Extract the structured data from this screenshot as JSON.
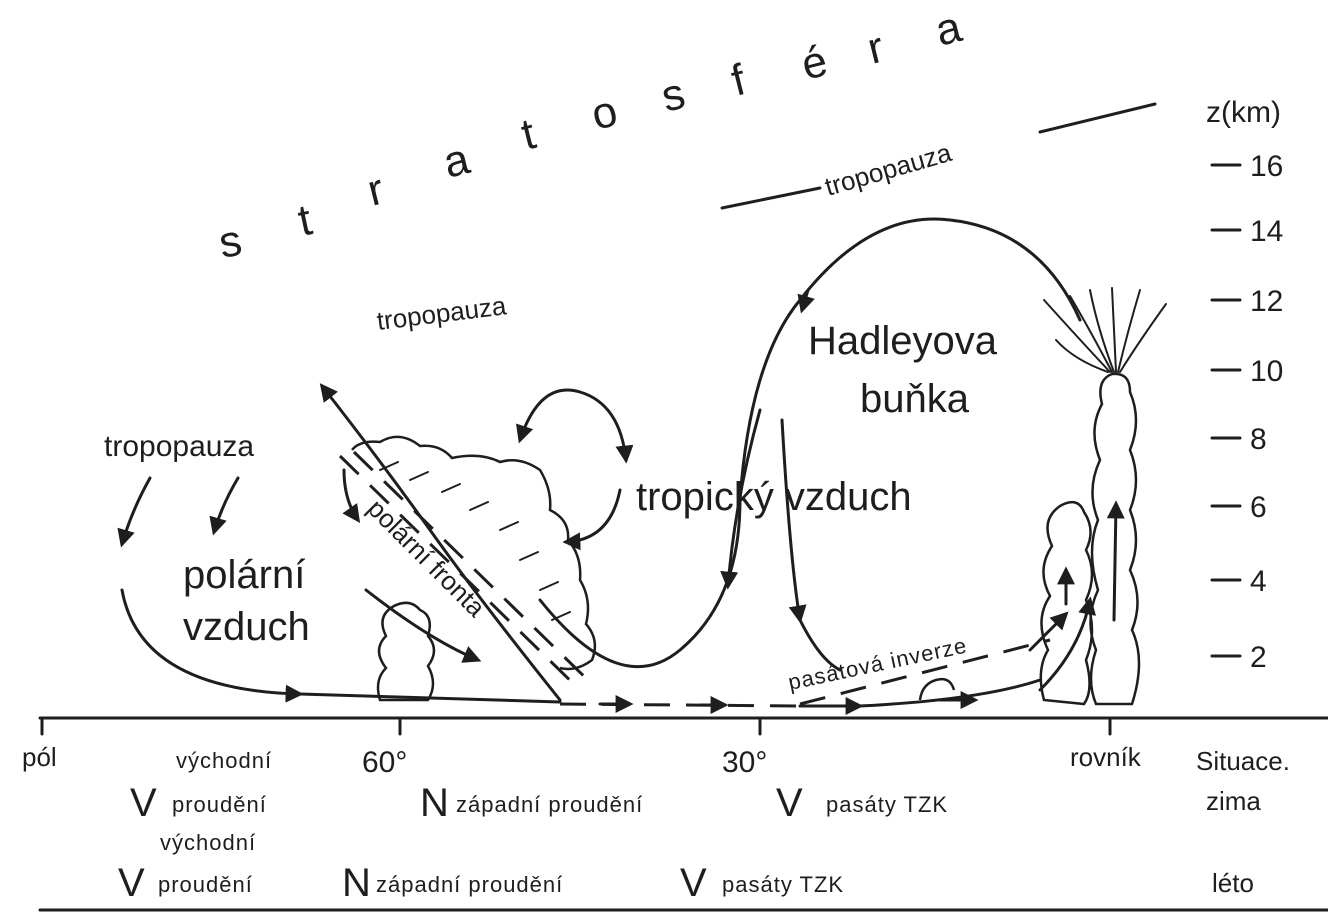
{
  "stratosphere_letters": [
    "s",
    "t",
    "r",
    "a",
    "t",
    "o",
    "s",
    "f",
    "é",
    "r",
    "a"
  ],
  "axis_title": "z(km)",
  "z_ticks": [
    "16",
    "14",
    "12",
    "10",
    "8",
    "6",
    "4",
    "2"
  ],
  "labels": {
    "tropopause_top": "tropopauza",
    "tropopause_mid": "tropopauza",
    "tropopause_left": "tropopauza",
    "hadley_line1": "Hadleyova",
    "hadley_line2": "buňka",
    "tropical_air": "tropický vzduch",
    "polar_air_line1": "polární",
    "polar_air_line2": "vzduch",
    "polar_front": "polární fronta",
    "trade_inversion": "pasátová inverze"
  },
  "latitudes": {
    "pole": "pól",
    "lat60": "60°",
    "lat30": "30°",
    "equator": "rovník"
  },
  "situation": {
    "title": "Situace.",
    "winter": "zima",
    "summer": "léto"
  },
  "winter_row": {
    "east_top": "východní",
    "east_letter": "V",
    "east_flow": "proudění",
    "west_letter": "N",
    "west_flow": "západní proudění",
    "trade_letter": "V",
    "trade_flow": "pasáty TZK"
  },
  "summer_row": {
    "east_top": "východní",
    "east_letter": "V",
    "east_flow": "proudění",
    "west_letter": "N",
    "west_flow": "západní proudění",
    "trade_letter": "V",
    "trade_flow": "pasáty TZK"
  }
}
